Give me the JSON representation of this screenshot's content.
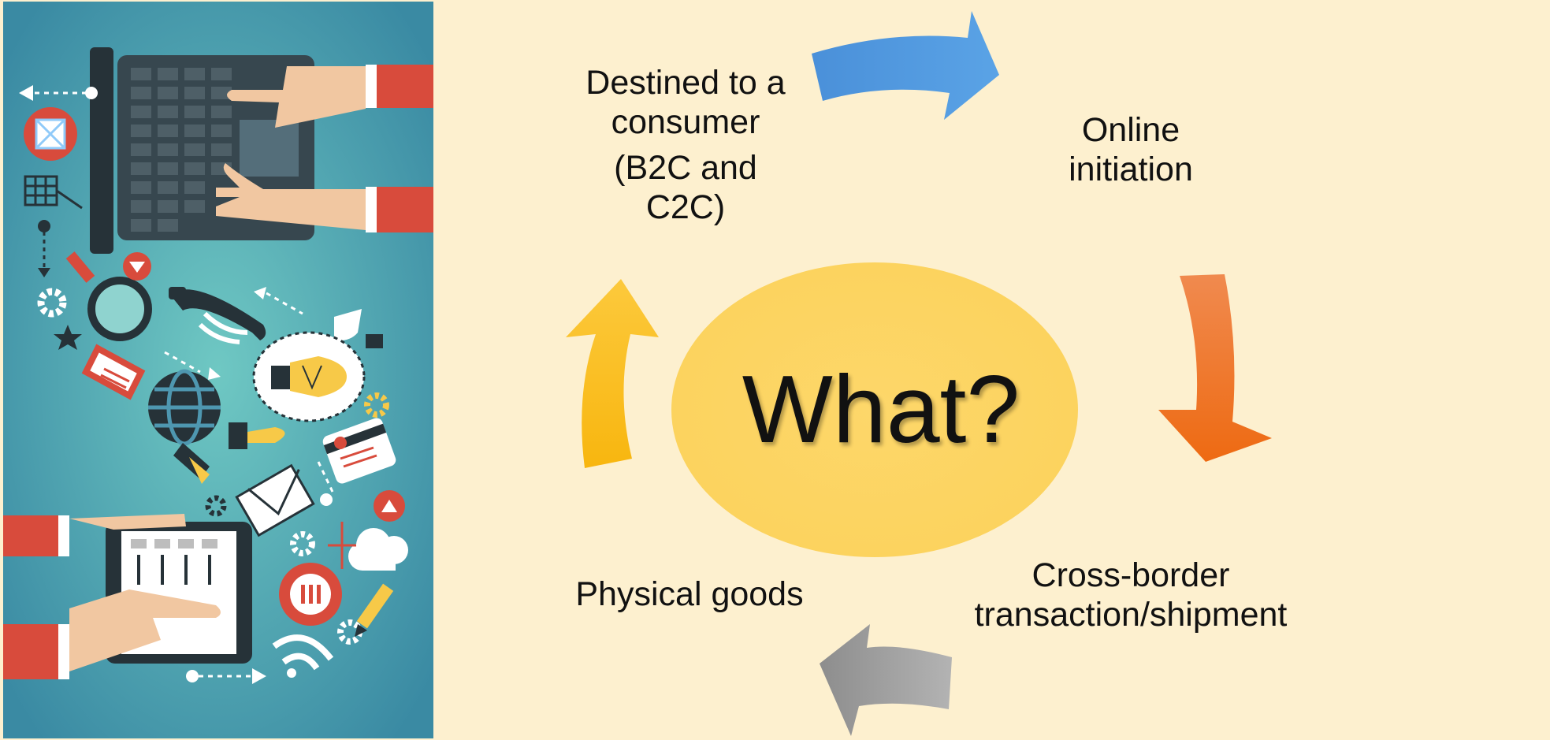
{
  "slide": {
    "background_color": "#fdf0cf",
    "illustration_icons": [
      "laptop-keyboard-icon",
      "hand-icon",
      "mail-icon",
      "grid-icon",
      "magnifier-icon",
      "telephone-icon",
      "price-tag-icon",
      "globe-icon",
      "lightbulb-icon",
      "gear-icon",
      "credit-card-icon",
      "envelope-icon",
      "tablet-icon",
      "cloud-icon",
      "speech-bubble-icon",
      "pencil-icon",
      "wifi-icon",
      "star-icon"
    ]
  },
  "cycle": {
    "center_label": "What?",
    "center_color": "#fdd76a",
    "steps": [
      {
        "line1": "Destined to a",
        "line2": "consumer",
        "line3": "(B2C and",
        "line4": "C2C)"
      },
      {
        "line1": "Online",
        "line2": "initiation"
      },
      {
        "line1": "Cross-border",
        "line2": "transaction/shipment"
      },
      {
        "line1": "Physical goods"
      }
    ],
    "arrow_colors": {
      "blue": "#4b8fd6",
      "orange": "#ef7222",
      "gray": "#9c9c9c",
      "yellow": "#f7bc1c"
    }
  }
}
